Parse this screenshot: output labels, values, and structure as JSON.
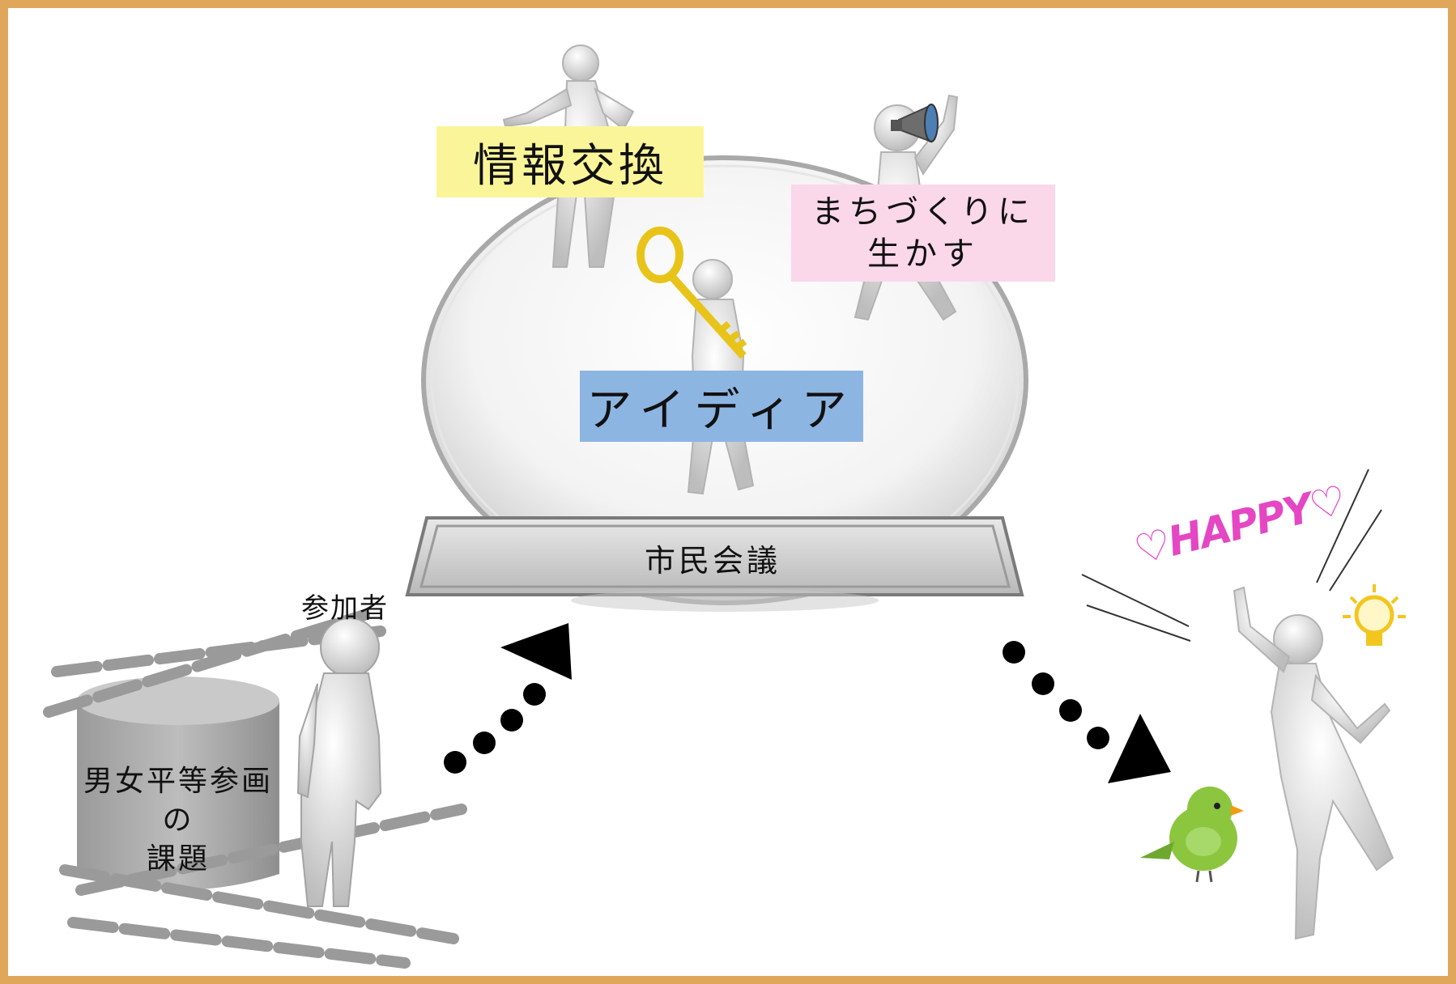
{
  "labels": {
    "info_exchange": "情報交換",
    "machizukuri_line1": "まちづくりに",
    "machizukuri_line2": "生かす",
    "idea": "アイディア",
    "citizen_meeting": "市民会議",
    "participant": "参加者",
    "issue_line1": "男女平等参画",
    "issue_line2": "の",
    "issue_line3": "課題",
    "happy": "♡HAPPY♡"
  },
  "colors": {
    "frame": "#E0A75A",
    "info_box": "#FBF59A",
    "machizukuri_box": "#FBD7EA",
    "idea_box": "#8DB5E2",
    "happy_text": "#E546C3",
    "key": "#E8C41A",
    "bird": "#8CC63F",
    "bulb": "#F2C61F"
  },
  "icons": [
    "key-icon",
    "megaphone-icon",
    "chain-icon",
    "bird-icon",
    "lightbulb-icon",
    "arrow-icon"
  ]
}
